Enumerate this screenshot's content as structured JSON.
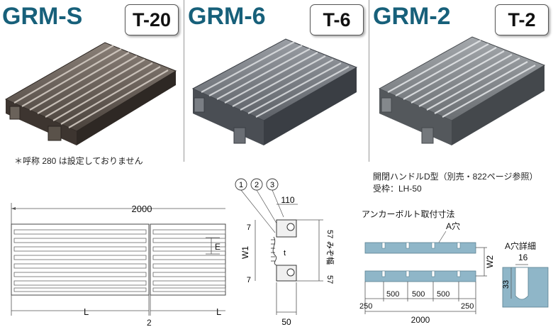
{
  "products": [
    {
      "model": "GRM-S",
      "load": "T-20"
    },
    {
      "model": "GRM-6",
      "load": "T-6"
    },
    {
      "model": "GRM-2",
      "load": "T-2"
    }
  ],
  "notes": {
    "no_280": "＊呼称 280 は設定しておりません",
    "handle": "開閉ハンドルD型（別売・822ページ参照）",
    "frame": "受枠：LH-50"
  },
  "plan": {
    "length": "2000",
    "left_L": "L",
    "right_L": "L",
    "gap": "2",
    "E": "E"
  },
  "section": {
    "callouts": [
      "1",
      "2",
      "3"
    ],
    "top_width": "110",
    "bottom_width": "50",
    "t": "t",
    "top_margin": "7",
    "bottom_margin": "7",
    "right_top": "57",
    "right_bottom": "57",
    "W1": "W1",
    "channel_width": "みぞ幅"
  },
  "anchor": {
    "title": "アンカーボルト取付寸法",
    "hole": "A穴",
    "W2": "W2",
    "edge_left": "250",
    "pitch1": "500",
    "pitch2": "500",
    "pitch3": "500",
    "edge_right": "250",
    "total": "2000",
    "detail_title": "A穴詳細",
    "detail_width": "16",
    "detail_depth": "33"
  }
}
